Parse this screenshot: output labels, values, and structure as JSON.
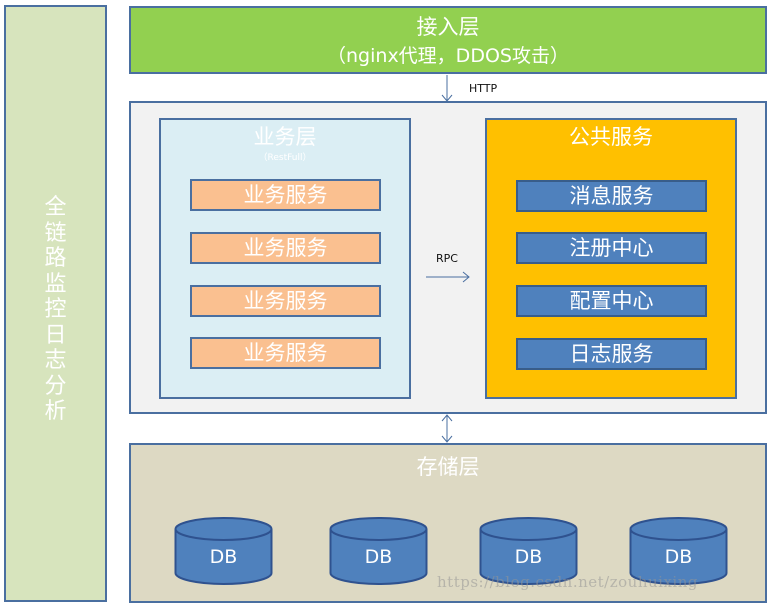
{
  "side_panel": {
    "label": "全链路监控日志分析"
  },
  "access_layer": {
    "title": "接入层",
    "subtitle": "（nginx代理，DDOS攻击）"
  },
  "connectors": {
    "http_label": "HTTP",
    "rpc_label": "RPC"
  },
  "business_layer": {
    "title": "业务层",
    "subtitle": "（RestFull）",
    "items": [
      "业务服务",
      "业务服务",
      "业务服务",
      "业务服务"
    ]
  },
  "public_services": {
    "title": "公共服务",
    "items": [
      "消息服务",
      "注册中心",
      "配置中心",
      "日志服务"
    ]
  },
  "storage_layer": {
    "title": "存储层",
    "databases": [
      "DB",
      "DB",
      "DB",
      "DB"
    ]
  },
  "watermark": "https://blog.csdn.net/zouhuixing",
  "colors": {
    "border": "#4a6fa0",
    "access": "#92d050",
    "side": "#d7e4bd",
    "business_bg": "#dbeef4",
    "business_item": "#fac090",
    "public_bg": "#ffc000",
    "public_item": "#4f81bd",
    "storage_bg": "#ddd9c3",
    "db_fill": "#4f81bd"
  }
}
